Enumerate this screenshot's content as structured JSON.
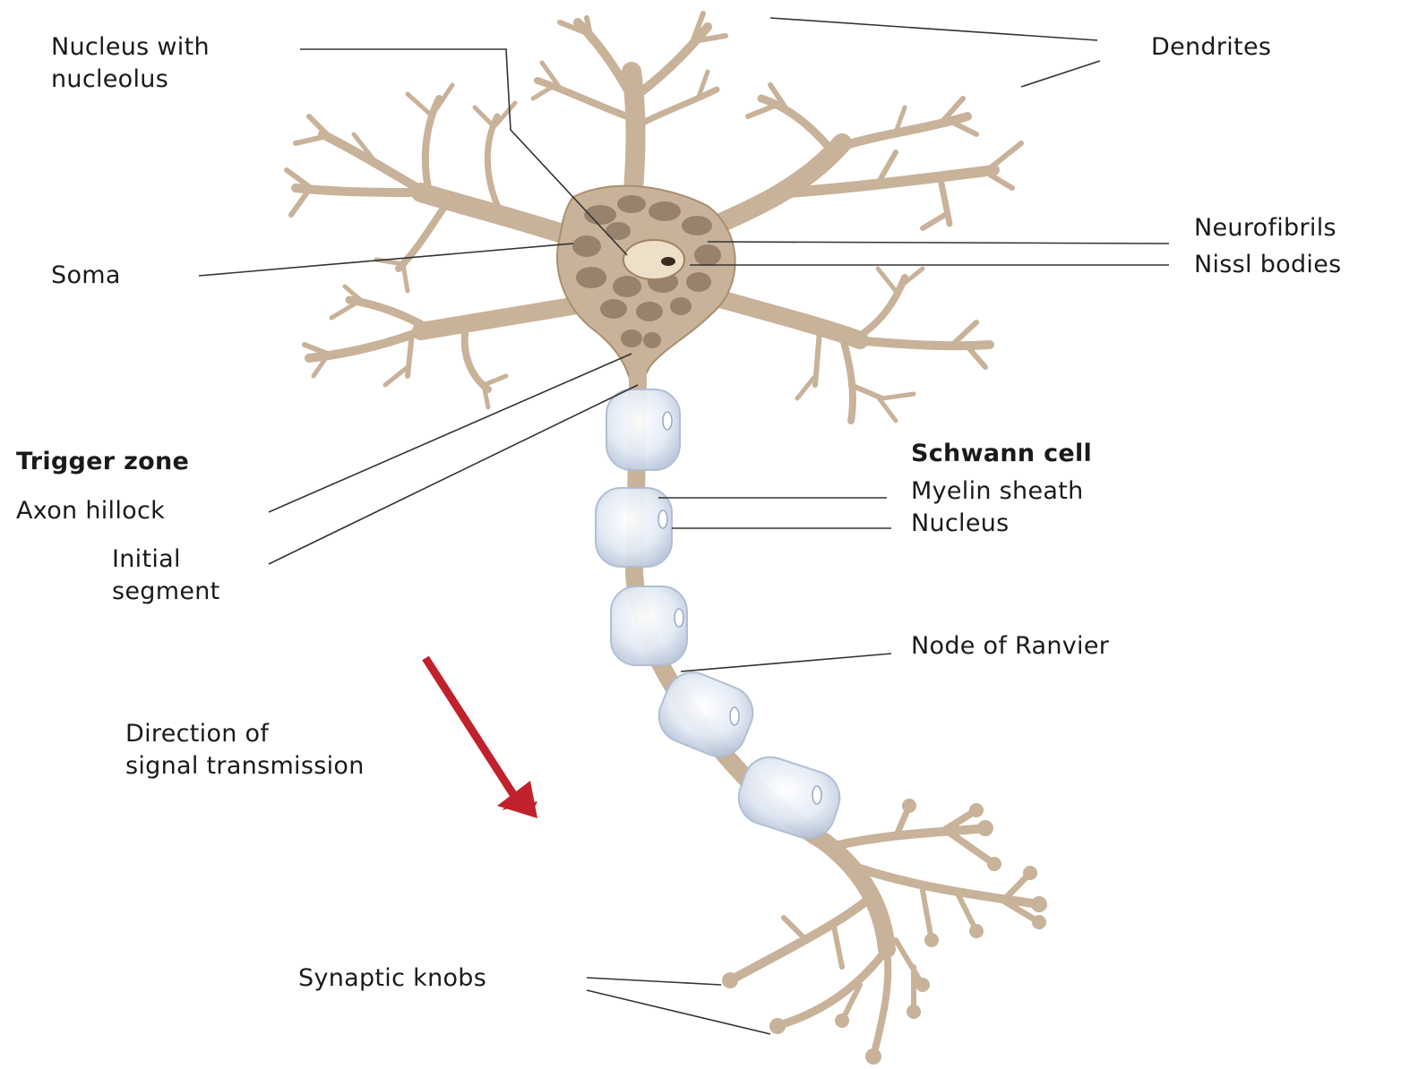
{
  "labels": {
    "nucleus_with_nucleolus": [
      "Nucleus with",
      "nucleolus"
    ],
    "dendrites": "Dendrites",
    "soma": "Soma",
    "neurofibrils": "Neurofibrils",
    "nissl_bodies": "Nissl bodies",
    "trigger_zone": "Trigger zone",
    "axon_hillock": "Axon hillock",
    "initial_segment": [
      "Initial",
      "segment"
    ],
    "schwann_cell": "Schwann cell",
    "myelin_sheath": "Myelin sheath",
    "nucleus": "Nucleus",
    "node_of_ranvier": "Node of Ranvier",
    "direction_of_signal": [
      "Direction of",
      "signal transmission"
    ],
    "synaptic_knobs": "Synaptic knobs"
  },
  "colors": {
    "neuron_fill": "#c8b299",
    "neuron_edge": "#9c8468",
    "nissl": "#8f7a66",
    "myelin": "#dde6f2",
    "arrow": "#c0212b",
    "leader_line": "#333333"
  }
}
